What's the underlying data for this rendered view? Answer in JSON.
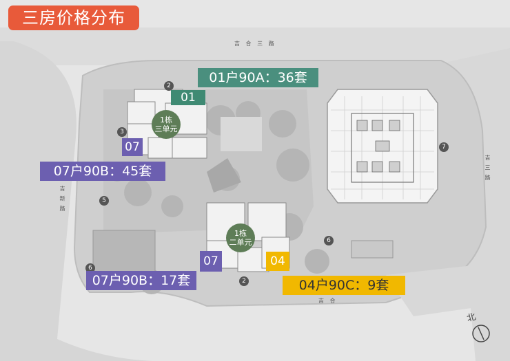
{
  "title": "三房价格分布",
  "callouts": [
    {
      "key": "a",
      "text": "01户90A：36套",
      "color": "#4a8f7e"
    },
    {
      "key": "b",
      "text": "07户90B：45套",
      "color": "#6c5fb0"
    },
    {
      "key": "c",
      "text": "07户90B：17套",
      "color": "#6c5fb0"
    },
    {
      "key": "d",
      "text": "04户90C：9套",
      "color": "#f1b800"
    }
  ],
  "units": {
    "u01": "01",
    "u07_top": "07",
    "u07_bottom": "07",
    "u04": "04"
  },
  "buildings": {
    "b1": {
      "line1": "1栋",
      "line2": "三单元"
    },
    "b2": {
      "line1": "1栋",
      "line2": "二单元"
    }
  },
  "markers": {
    "m2a": "2",
    "m3": "3",
    "m5": "5",
    "m6a": "6",
    "m6b": "6",
    "m2b": "2",
    "m7": "7"
  },
  "roads": {
    "top": "吉 合 三 路",
    "right": "吉 三 路",
    "left": "吉 新 路",
    "bottom": "吉 合"
  },
  "north_label": "北",
  "icons": [
    "compass-icon"
  ]
}
